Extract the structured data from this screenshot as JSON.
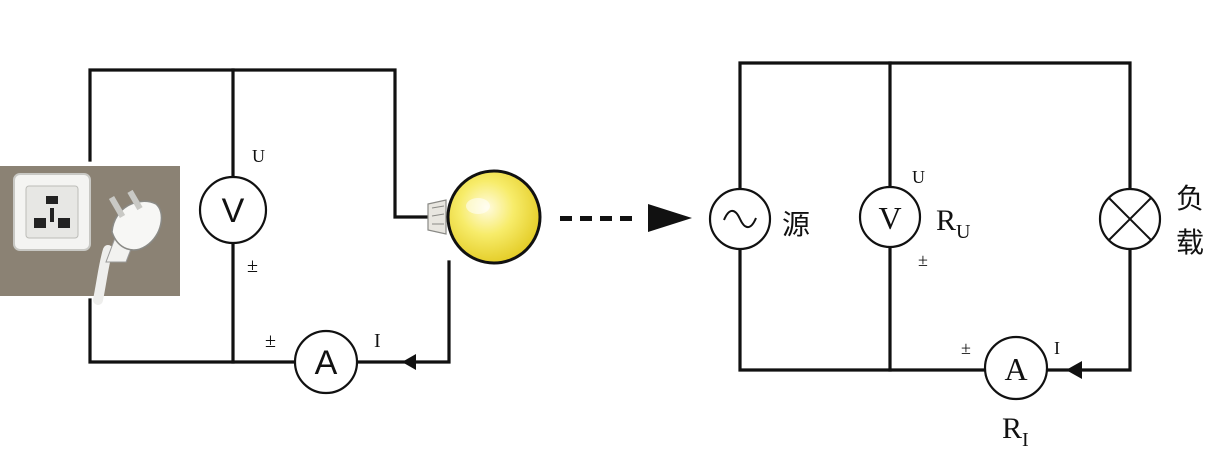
{
  "left_circuit": {
    "voltmeter": {
      "symbol": "V",
      "terminal_top": "U",
      "terminal_bottom": "±"
    },
    "ammeter": {
      "symbol": "A",
      "terminal_left": "±",
      "terminal_right": "I"
    }
  },
  "right_circuit": {
    "source": {
      "label": "源"
    },
    "voltmeter": {
      "symbol": "V",
      "terminal_top": "U",
      "terminal_bottom": "±",
      "resistance_base": "R",
      "resistance_sub": "U"
    },
    "load": {
      "label_line1": "负",
      "label_line2": "载"
    },
    "ammeter": {
      "symbol": "A",
      "terminal_left": "±",
      "terminal_right": "I",
      "resistance_base": "R",
      "resistance_sub": "I"
    }
  },
  "colors": {
    "wire": "#111111",
    "bulb": "#f3e24a",
    "socket_panel": "#8b8274"
  },
  "icons": [
    "wall-socket-icon",
    "plug-icon",
    "light-bulb-icon",
    "ac-source-icon",
    "lamp-load-icon",
    "dashed-arrow-icon"
  ]
}
